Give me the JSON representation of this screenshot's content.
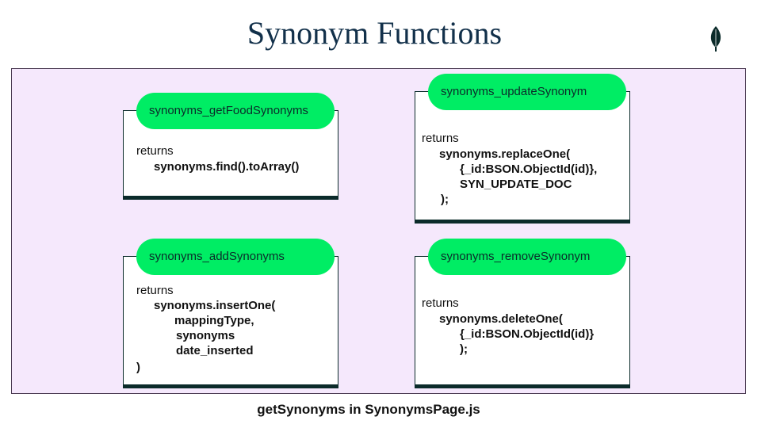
{
  "title": "Synonym Functions",
  "icon": "leaf-icon",
  "cards": {
    "get_food_synonyms": {
      "name": "synonyms_getFoodSynonyms",
      "returns": "returns",
      "code": [
        "synonyms.find().toArray()"
      ]
    },
    "update_synonym": {
      "name": "synonyms_updateSynonym",
      "returns": "returns",
      "code": [
        "synonyms.replaceOne(",
        "{_id:BSON.ObjectId(id)},",
        "SYN_UPDATE_DOC",
        ");"
      ]
    },
    "add_synonyms": {
      "name": "synonyms_addSynonyms",
      "returns": "returns",
      "code": [
        "synonyms.insertOne(",
        "mappingType,",
        "synonyms",
        "date_inserted",
        ")"
      ]
    },
    "remove_synonym": {
      "name": "synonyms_removeSynonym",
      "returns": "returns",
      "code": [
        "synonyms.deleteOne(",
        "{_id:BSON.ObjectId(id)}",
        ");"
      ]
    }
  },
  "caption": "getSynonyms in SynonymsPage.js",
  "colors": {
    "title": "#12304a",
    "panel_bg": "#f5e8fc",
    "pill": "#00ed64",
    "card_border": "#0b2b2a",
    "leaf": "#0b2b2a"
  }
}
